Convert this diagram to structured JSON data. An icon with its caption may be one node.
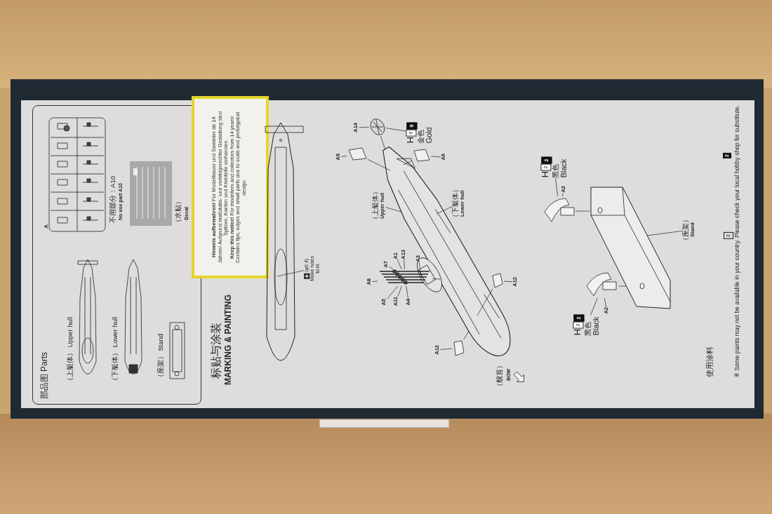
{
  "diagram": {
    "nodes": [
      {
        "text": [
          "部品图 Parts"
        ]
      },
      {
        "text": [
          "**Hinweis aufbewahren!** Für Modellbauer und Sammler ab 14 Jahren! Aufgrund maßstabs- und vorbildgerechter Gestaltung sind Spitzen, Kanten und Kleinteile vorhanden.",
          "**Keep this notice!** For modellers and collectors from 14 years! Contains tips, edges and small parts due to scale and prototypical design."
        ]
      },
      {
        "text": [
          "(φ0.4)",
          "Make holes",
          "M.H."
        ]
      },
      {
        "text": [],
        "shape": "picture"
      },
      {
        "text": [
          "A14"
        ]
      },
      {
        "text": [],
        "shape": "picture"
      },
      {
        "text": [
          "H",
          "9",
          "9",
          "金色",
          "Gold"
        ]
      },
      {
        "text": [
          "A9"
        ]
      },
      {
        "text": [],
        "shape": "picture"
      },
      {
        "text": [
          "A6"
        ]
      },
      {
        "text": [],
        "shape": "picture"
      },
      {
        "text": [
          "（上艇体）",
          "Upper hull"
        ]
      },
      {
        "text": [
          "（下艇体）",
          "Lower hull"
        ]
      },
      {
        "text": [],
        "shape": "picture"
      },
      {
        "text": [
          "A1"
        ]
      },
      {
        "text": [
          "A13"
        ]
      },
      {
        "text": [
          "A3"
        ]
      },
      {
        "text": [
          "A8"
        ]
      },
      {
        "text": [
          "A7"
        ]
      },
      {
        "text": [
          "A5"
        ]
      },
      {
        "text": [
          "A11"
        ]
      },
      {
        "text": [
          "A4"
        ]
      },
      {
        "text": [
          "A12"
        ]
      },
      {
        "text": [],
        "shape": "picture"
      },
      {
        "text": [
          "A12"
        ]
      },
      {
        "text": [],
        "shape": "picture"
      },
      {
        "text": [
          "H",
          "2",
          "2",
          "黑色",
          "Black"
        ]
      },
      {
        "text": [
          "A2"
        ]
      },
      {
        "text": [],
        "shape": "picture"
      },
      {
        "text": [],
        "shape": "picture"
      },
      {
        "text": [
          "（座架）",
          "Stand"
        ]
      },
      {
        "text": [],
        "shape": "picture"
      },
      {
        "text": [
          "A2"
        ]
      },
      {
        "text": [
          "H",
          "2",
          "2",
          "黑色",
          "Black"
        ]
      }
    ],
    "edges": [
      {
        "from": 2,
        "to": 3,
        "arrow": "none"
      },
      {
        "from": 4,
        "to": 5,
        "arrow": "none"
      },
      {
        "from": 6,
        "to": 5,
        "arrow": "none"
      },
      {
        "from": 5,
        "to": null,
        "arrow": "none"
      },
      {
        "from": 7,
        "to": 8,
        "arrow": "none"
      },
      {
        "from": 8,
        "to": null,
        "arrow": "none"
      },
      {
        "from": 9,
        "to": 10,
        "arrow": "none"
      },
      {
        "from": 10,
        "to": null,
        "arrow": "none"
      },
      {
        "from": 11,
        "to": null,
        "arrow": "none"
      },
      {
        "from": 12,
        "to": null,
        "arrow": "none"
      },
      {
        "from": 14,
        "to": 13,
        "arrow": "none"
      },
      {
        "from": 15,
        "to": 13,
        "arrow": "none"
      },
      {
        "from": 16,
        "to": 13,
        "arrow": "none"
      },
      {
        "from": 17,
        "to": 13,
        "arrow": "none"
      },
      {
        "from": 18,
        "to": 13,
        "arrow": "none"
      },
      {
        "from": 19,
        "to": 13,
        "arrow": "none"
      },
      {
        "from": 20,
        "to": 13,
        "arrow": "none"
      },
      {
        "from": 21,
        "to": 13,
        "arrow": "none"
      },
      {
        "from": 13,
        "to": null,
        "arrow": "none"
      },
      {
        "from": 22,
        "to": 23,
        "arrow": "none"
      },
      {
        "from": 23,
        "to": null,
        "arrow": "none"
      },
      {
        "from": 24,
        "to": 25,
        "arrow": "none"
      },
      {
        "from": 25,
        "to": null,
        "arrow": "none"
      },
      {
        "from": 26,
        "to": 28,
        "arrow": "none"
      },
      {
        "from": 27,
        "to": 28,
        "arrow": "none"
      },
      {
        "from": 28,
        "to": 29,
        "arrow": "none"
      },
      {
        "from": 30,
        "to": 29,
        "arrow": "none"
      },
      {
        "from": 31,
        "to": 29,
        "arrow": "none"
      },
      {
        "from": 32,
        "to": 31,
        "arrow": "none"
      },
      {
        "from": 33,
        "to": 31,
        "arrow": "none"
      }
    ],
    "labels": [
      "A",
      "不用部分：A10",
      "No use part A10",
      "（水贴）",
      "Decal",
      "（上艇体） Upper hull",
      "（下艇体） Lower hull",
      "（座架） Stand",
      "标贴与涂装",
      "MARKING & PAINTING",
      "（舰首）",
      "BOW",
      "使用涂料",
      "2",
      "2",
      "※ Some paints may not be available in your country. Please check your local hobby shop for substitute."
    ]
  }
}
